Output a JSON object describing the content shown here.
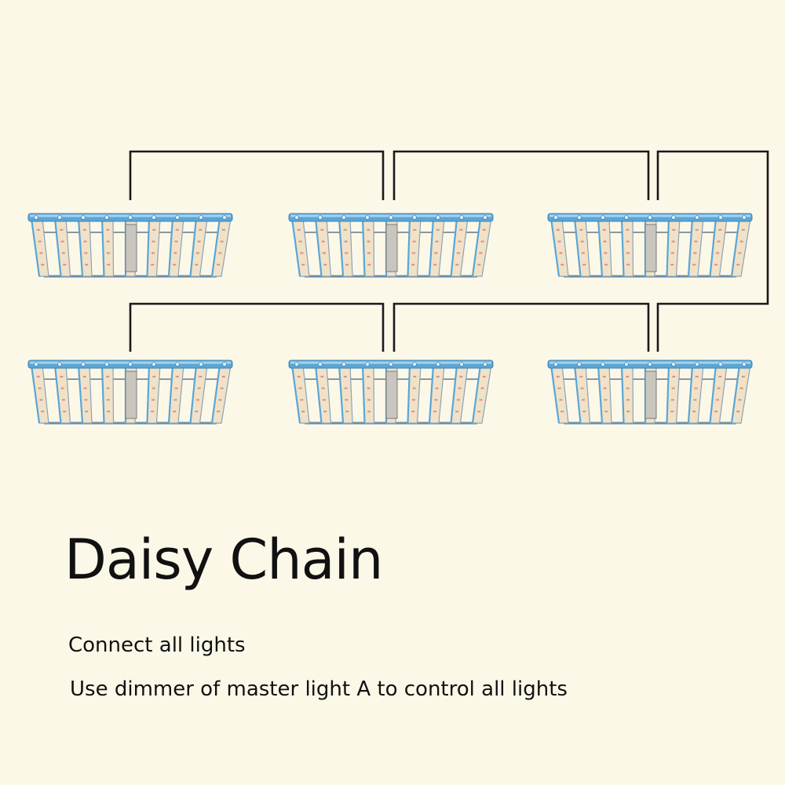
{
  "title": "Daisy Chain",
  "captions": [
    "Connect all lights",
    "Use dimmer of master light A to control all lights"
  ],
  "lights": [
    {
      "id": "light-1",
      "row": 1,
      "col": 1
    },
    {
      "id": "light-2",
      "row": 1,
      "col": 2
    },
    {
      "id": "light-3",
      "row": 1,
      "col": 3
    },
    {
      "id": "light-4",
      "row": 2,
      "col": 1
    },
    {
      "id": "light-5",
      "row": 2,
      "col": 2
    },
    {
      "id": "light-6",
      "row": 2,
      "col": 3
    }
  ],
  "colors": {
    "background": "#fcf8e8",
    "cable": "#1a1a1a",
    "frame_blue": "#5aa6d6",
    "frame_light": "#a7d3ee",
    "bar_cream": "#efe2c8",
    "diode_red": "#e58b7c",
    "text": "#111111"
  }
}
